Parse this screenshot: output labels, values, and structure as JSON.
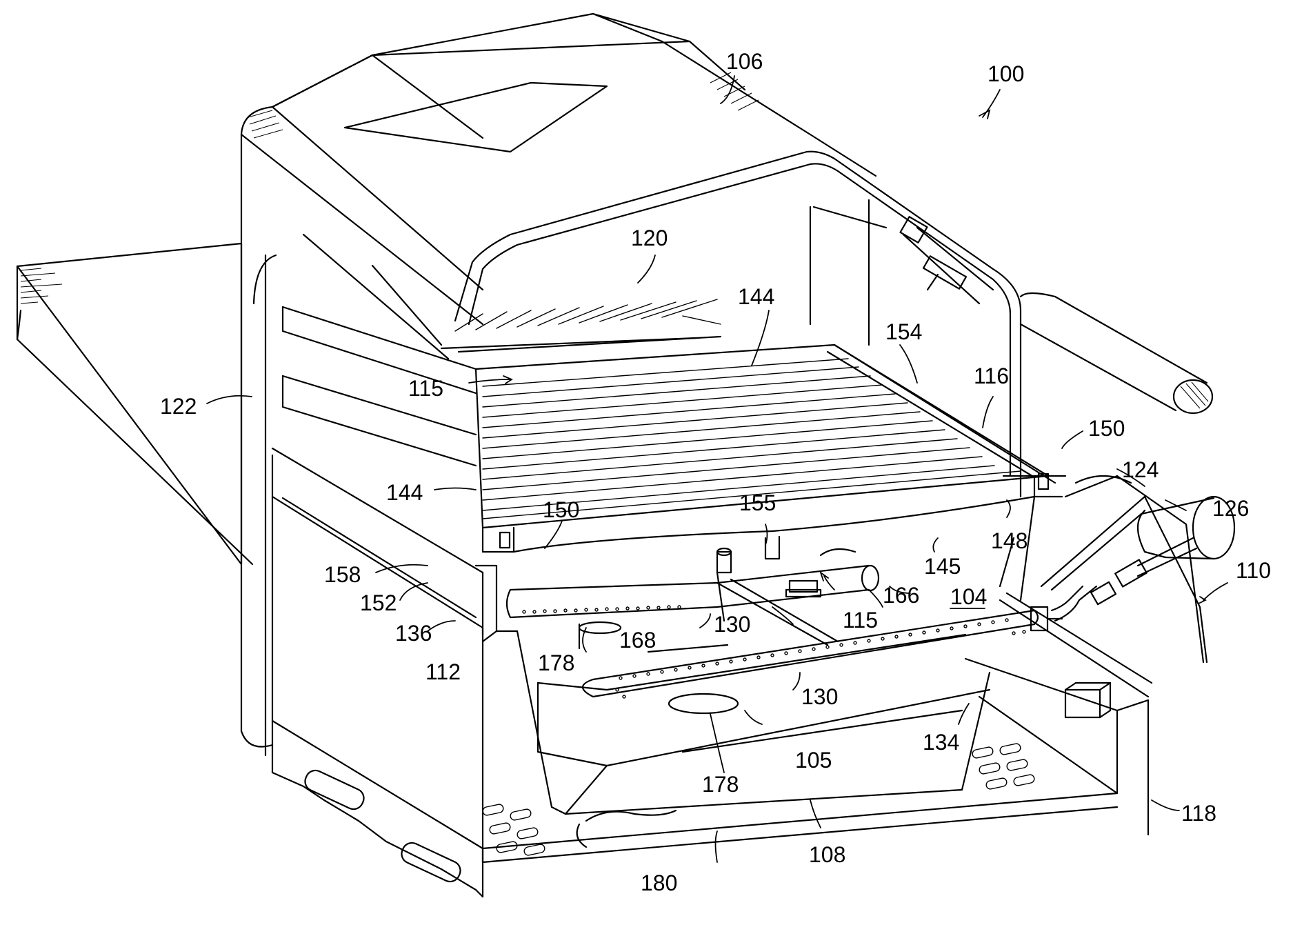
{
  "figure": {
    "type": "patent perspective drawing",
    "reference_labels": [
      {
        "id": "ref-100",
        "text": "100"
      },
      {
        "id": "ref-106",
        "text": "106"
      },
      {
        "id": "ref-120",
        "text": "120"
      },
      {
        "id": "ref-144-top",
        "text": "144"
      },
      {
        "id": "ref-154",
        "text": "154"
      },
      {
        "id": "ref-116",
        "text": "116"
      },
      {
        "id": "ref-122",
        "text": "122"
      },
      {
        "id": "ref-115-top",
        "text": "115"
      },
      {
        "id": "ref-150-right",
        "text": "150"
      },
      {
        "id": "ref-124",
        "text": "124"
      },
      {
        "id": "ref-126",
        "text": "126"
      },
      {
        "id": "ref-110",
        "text": "110"
      },
      {
        "id": "ref-144-left",
        "text": "144"
      },
      {
        "id": "ref-150-left",
        "text": "150"
      },
      {
        "id": "ref-155",
        "text": "155"
      },
      {
        "id": "ref-148",
        "text": "148"
      },
      {
        "id": "ref-145",
        "text": "145"
      },
      {
        "id": "ref-158",
        "text": "158"
      },
      {
        "id": "ref-166",
        "text": "166"
      },
      {
        "id": "ref-104",
        "text": "104"
      },
      {
        "id": "ref-152",
        "text": "152"
      },
      {
        "id": "ref-115-mid",
        "text": "115"
      },
      {
        "id": "ref-136",
        "text": "136"
      },
      {
        "id": "ref-168",
        "text": "168"
      },
      {
        "id": "ref-130-upper",
        "text": "130"
      },
      {
        "id": "ref-112",
        "text": "112"
      },
      {
        "id": "ref-178-upper",
        "text": "178"
      },
      {
        "id": "ref-130-lower",
        "text": "130"
      },
      {
        "id": "ref-134",
        "text": "134"
      },
      {
        "id": "ref-105",
        "text": "105"
      },
      {
        "id": "ref-178-lower",
        "text": "178"
      },
      {
        "id": "ref-118",
        "text": "118"
      },
      {
        "id": "ref-108",
        "text": "108"
      },
      {
        "id": "ref-180",
        "text": "180"
      }
    ]
  }
}
